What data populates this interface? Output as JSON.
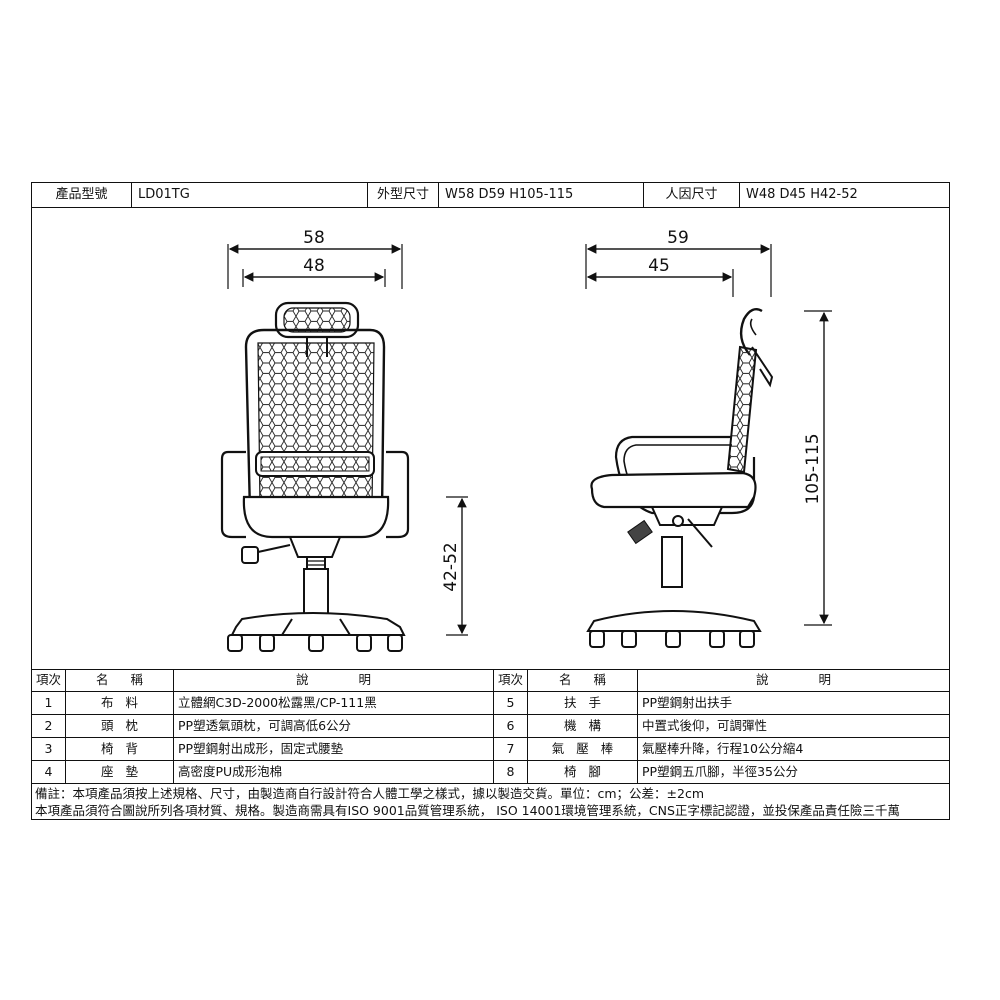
{
  "header": {
    "model_label": "產品型號",
    "model_value": "LD01TG",
    "outer_size_label": "外型尺寸",
    "outer_size_value": "W58 D59 H105-115",
    "ergo_size_label": "人因尺寸",
    "ergo_size_value": "W48 D45 H42-52"
  },
  "drawing": {
    "front_width_outer": "58",
    "front_width_inner": "48",
    "side_depth_outer": "59",
    "side_depth_inner": "45",
    "seat_height": "42-52",
    "total_height": "105-115"
  },
  "table": {
    "col_item": "項次",
    "col_name": "名稱",
    "col_desc": "說明",
    "rows": [
      {
        "no": "1",
        "name": "布料",
        "desc": "立體網C3D-2000松露黑/CP-111黑",
        "no2": "5",
        "name2": "扶手",
        "desc2": "PP塑鋼射出扶手"
      },
      {
        "no": "2",
        "name": "頭枕",
        "desc": "PP塑透氣頭枕，可調高低6公分",
        "no2": "6",
        "name2": "機構",
        "desc2": "中置式後仰，可調彈性"
      },
      {
        "no": "3",
        "name": "椅背",
        "desc": "PP塑鋼射出成形，固定式腰墊",
        "no2": "7",
        "name2": "氣壓棒",
        "desc2": "氣壓棒升降，行程10公分縮4"
      },
      {
        "no": "4",
        "name": "座墊",
        "desc": "高密度PU成形泡棉",
        "no2": "8",
        "name2": "椅腳",
        "desc2": "PP塑鋼五爪腳，半徑35公分"
      }
    ]
  },
  "notes": {
    "line1": "備註：本項產品須按上述規格、尺寸，由製造商自行設計符合人體工學之樣式，據以製造交貨。單位：cm；公差：±2cm",
    "line2": "本項產品須符合圖說所列各項材質、規格。製造商需具有ISO 9001品質管理系統， ISO 14001環境管理系統，CNS正字標記認證，並投保產品責任險三千萬"
  }
}
